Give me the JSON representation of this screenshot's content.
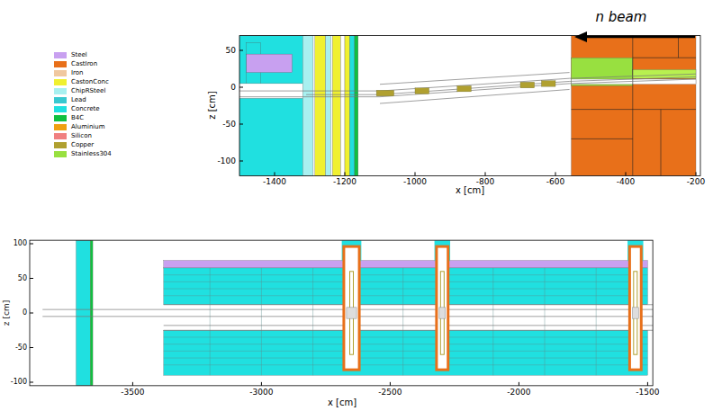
{
  "diagram": {
    "labels": [
      "n beam",
      "-1400",
      "-1200",
      "-1000",
      "-800",
      "-600",
      "-400",
      "-200",
      "x [cm]",
      "50",
      "0",
      "-50",
      "-100",
      "z [cm]",
      "-3500",
      "-3000",
      "-2500",
      "-2000",
      "-1500",
      "x [cm]",
      "100",
      "50",
      "0",
      "-50",
      "-100",
      "z [cm]"
    ],
    "legend": [
      {
        "text": "Steel",
        "color": "#c8a0f0"
      },
      {
        "text": "CastIron",
        "color": "#e8701a"
      },
      {
        "text": "Iron",
        "color": "#f0c8a0"
      },
      {
        "text": "CastonConc",
        "color": "#f0f030"
      },
      {
        "text": "ChipRSteel",
        "color": "#a8f0f0"
      },
      {
        "text": "Lead",
        "color": "#38c8d0"
      },
      {
        "text": "Concrete",
        "color": "#20e0e0"
      },
      {
        "text": "B4C",
        "color": "#10c040"
      },
      {
        "text": "Aluminium",
        "color": "#f0a010"
      },
      {
        "text": "Silicon",
        "color": "#f08080"
      },
      {
        "text": "Copper",
        "color": "#b0a030"
      },
      {
        "text": "Stainless304",
        "color": "#98e040"
      }
    ]
  }
}
